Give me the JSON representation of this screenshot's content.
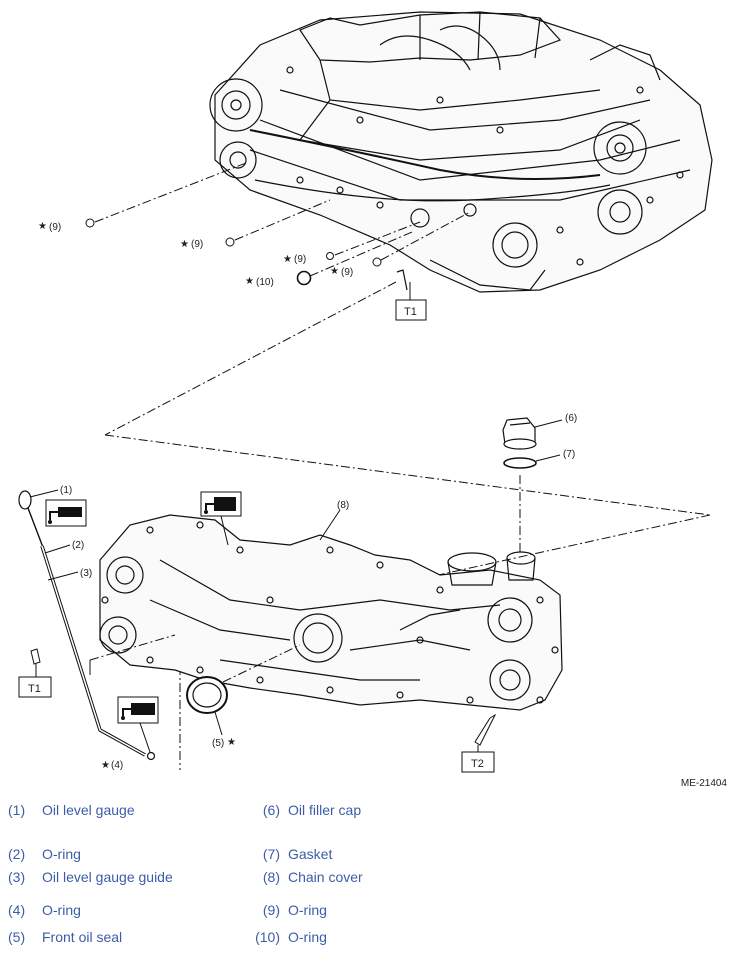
{
  "figure_id": "ME-21404",
  "callouts": {
    "c9a": "(9)",
    "c9b": "(9)",
    "c9c": "(9)",
    "c9d": "(9)",
    "c10": "(10)",
    "c1": "(1)",
    "c2": "(2)",
    "c3": "(3)",
    "c4": "(4)",
    "c5": "(5)",
    "c6": "(6)",
    "c7": "(7)",
    "c8": "(8)",
    "star": "★"
  },
  "torque_labels": {
    "t1_top": "T1",
    "t1_left": "T1",
    "t2": "T2"
  },
  "legend": [
    {
      "left_num": "(1)",
      "left_name": "Oil level gauge",
      "right_num": "(6)",
      "right_name": "Oil filler cap"
    },
    {
      "left_num": "(2)",
      "left_name": "O-ring",
      "right_num": "(7)",
      "right_name": "Gasket"
    },
    {
      "left_num": "(3)",
      "left_name": "Oil level gauge guide",
      "right_num": "(8)",
      "right_name": "Chain cover"
    },
    {
      "left_num": "(4)",
      "left_name": "O-ring",
      "right_num": "(9)",
      "right_name": "O-ring"
    },
    {
      "left_num": "(5)",
      "left_name": "Front oil seal",
      "right_num": "(10)",
      "right_name": "O-ring"
    }
  ]
}
